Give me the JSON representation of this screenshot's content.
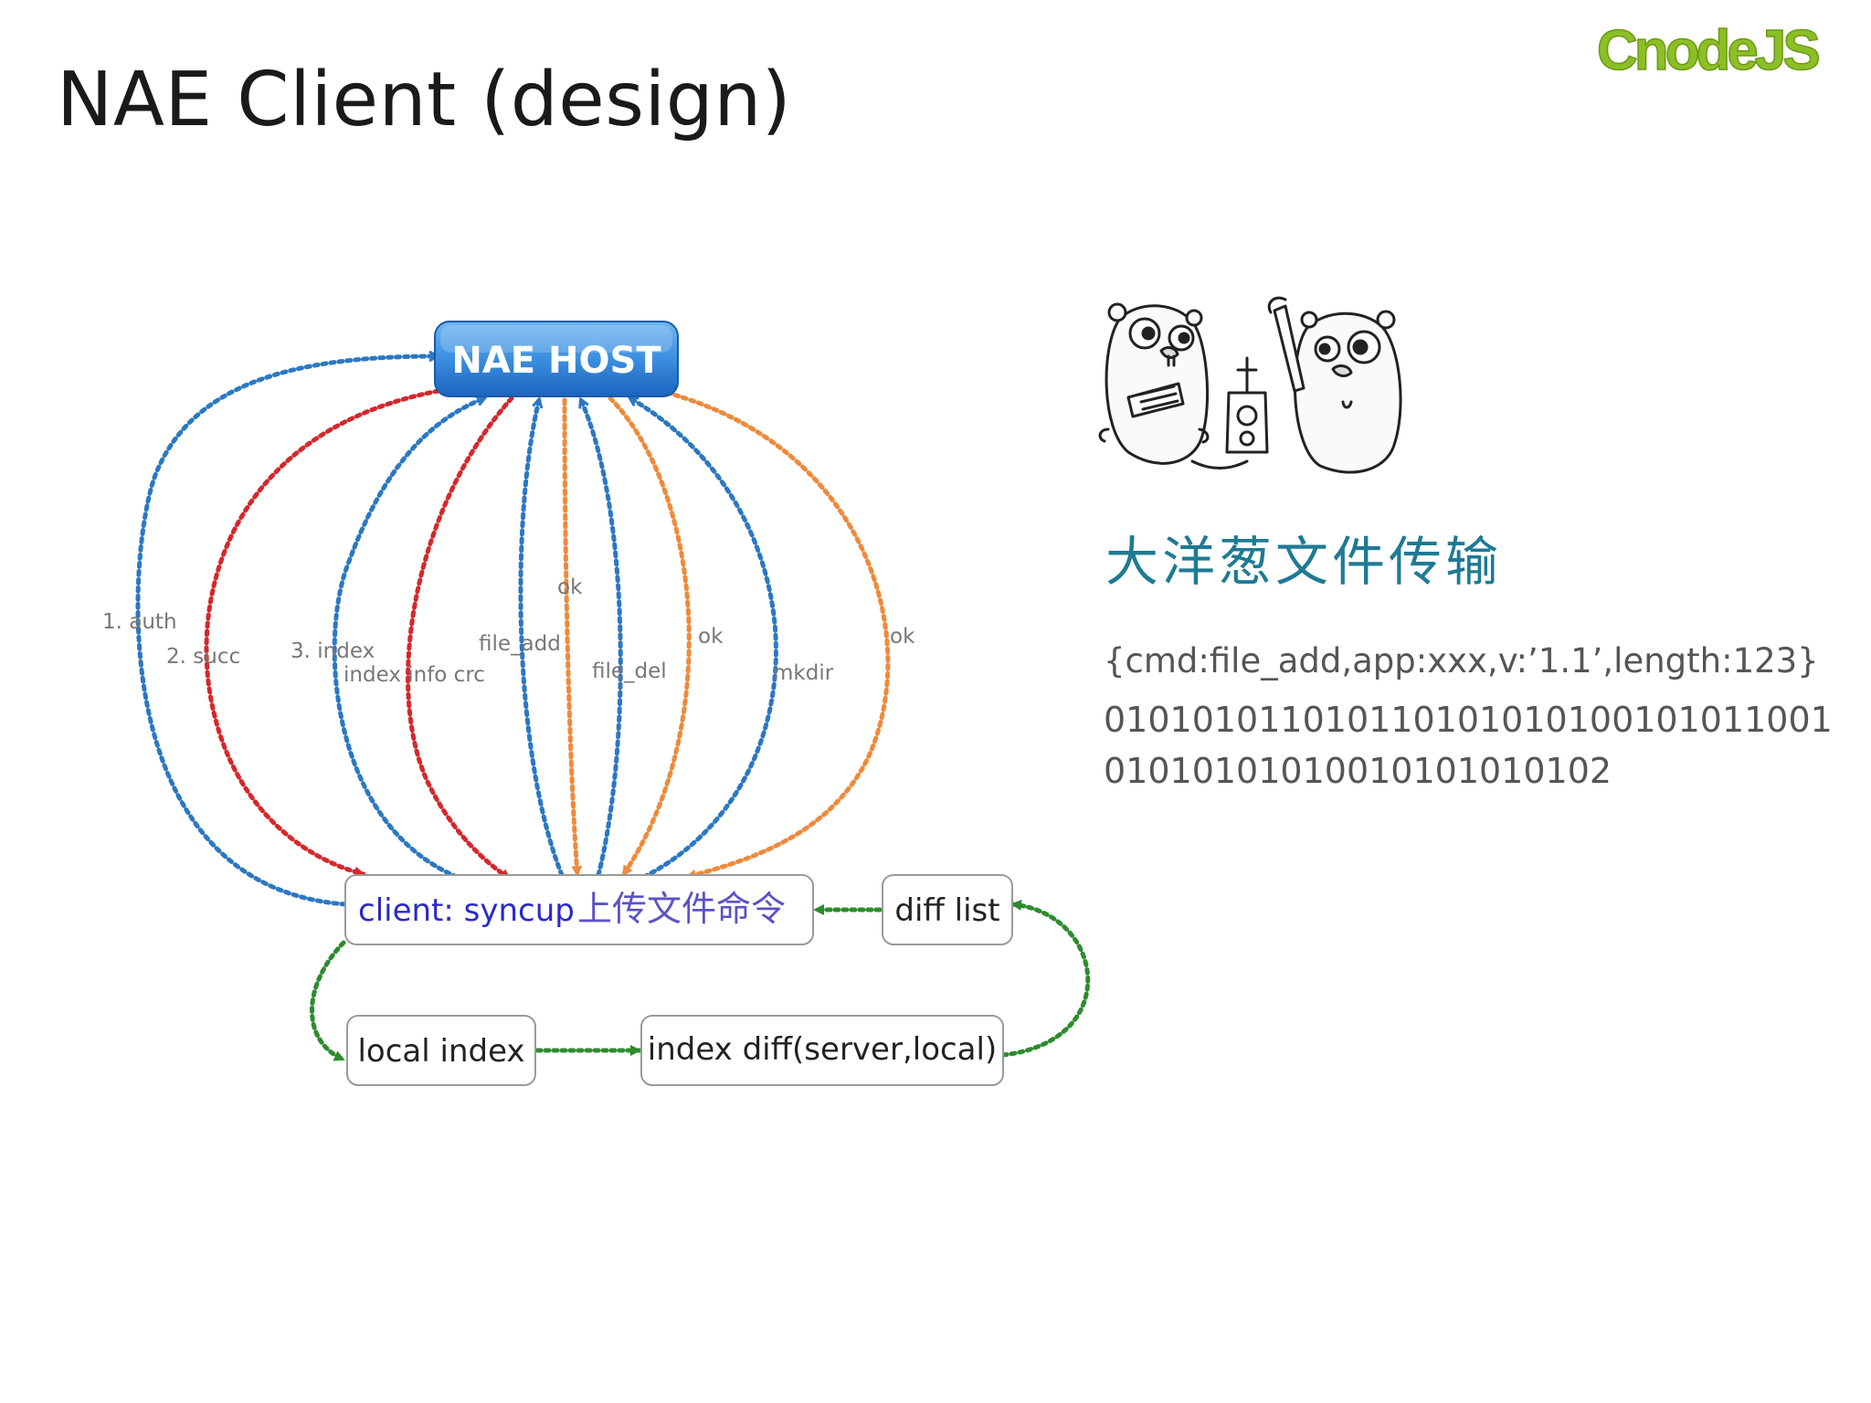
{
  "slide": {
    "title": "NAE Client (design)",
    "logo_text": "CnodeJS"
  },
  "diagram": {
    "host_label": "NAE HOST",
    "client_label": "client: syncup",
    "client_label_cn": "上传文件命令",
    "diff_list_label": "diff list",
    "local_index_label": "local index",
    "index_diff_label": "index diff(server,local)",
    "edge_labels": {
      "auth": "1. auth",
      "succ": "2. succ",
      "index": "3. index",
      "index_info_crc": "index info crc",
      "file_add": "file_add",
      "ok_1": "ok",
      "file_del": "file_del",
      "ok_2": "ok",
      "mkdir": "mkdir",
      "ok_3": "ok"
    },
    "colors": {
      "blue": "#2b78c2",
      "red": "#d4282c",
      "orange": "#ee8a3c",
      "green": "#2e8b2e",
      "host_fill_top": "#5aa7ee",
      "host_fill_bottom": "#1b6bc8"
    }
  },
  "side": {
    "section_title": "大洋葱文件传输",
    "cmd_json": "{cmd:file_add,app:xxx,v:’1.1’,length:123}",
    "binary_line_1": "010101011010110101010100101011001",
    "binary_line_2": "01010101010010101010102",
    "image_name": "gopher-mascots-illustration"
  }
}
